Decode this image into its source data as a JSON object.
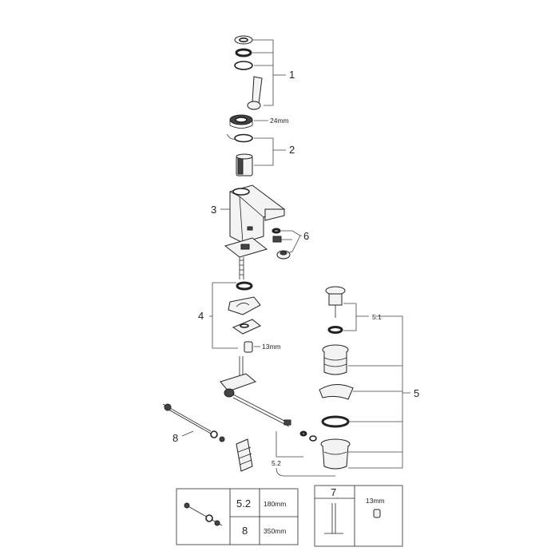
{
  "callouts": {
    "c1": "1",
    "c2": "2",
    "c3": "3",
    "c4": "4",
    "c5": "5",
    "c51": "5.1",
    "c52": "5.2",
    "c6": "6",
    "c8": "8"
  },
  "dimensions": {
    "wrench_24": "24mm",
    "nut_13": "13mm"
  },
  "table": {
    "rows": [
      {
        "part": "5.2",
        "length": "180mm"
      },
      {
        "part": "8",
        "length": "350mm"
      }
    ],
    "tool_part": "7",
    "tool_size": "13mm"
  }
}
